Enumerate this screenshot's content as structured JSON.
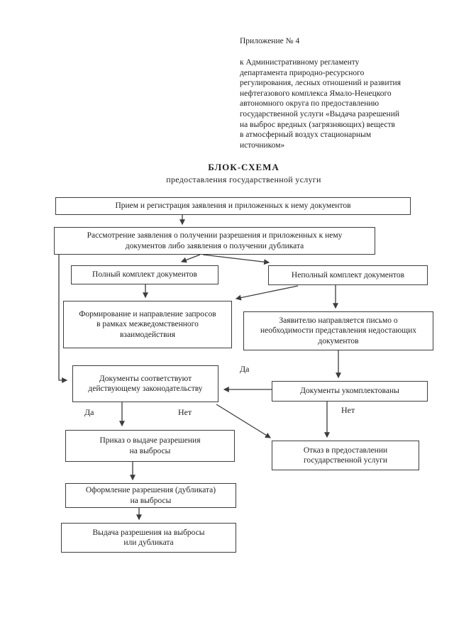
{
  "page": {
    "appendix": "Приложение № 4",
    "regulation": "к Административному регламенту\nдепартамента природно-ресурсного\nрегулирования, лесных отношений и развития\nнефтегазового комплекса Ямало-Ненецкого\nавтономного округа по предоставлению\nгосударственной услуги «Выдача разрешений\nна выброс вредных (загрязняющих) веществ\nв атмосферный воздух стационарным\nисточником»",
    "title": "БЛОК-СХЕМА",
    "subtitle": "предоставления государственной услуги"
  },
  "flowchart": {
    "boxes": {
      "receive": "Прием и регистрация заявления и приложенных к нему документов",
      "review": "Рассмотрение заявления о получении разрешения и приложенных к нему\nдокументов либо заявления о получении дубликата",
      "complete_set": "Полный комплект документов",
      "incomplete_set": "Неполный комплект документов",
      "interagency_requests": "Формирование и направление запросов\nв рамках межведомственного\nвзаимодействия",
      "missing_docs_letter": "Заявителю направляется письмо о\nнеобходимости представления недостающих\nдокументов",
      "docs_comply": "Документы соответствуют\nдействующему законодательству",
      "docs_completed": "Документы укомплектованы",
      "issue_order": "Приказ о выдаче разрешения\nна выбросы",
      "refusal": "Отказ в предоставлении\nгосударственной услуги",
      "formalize_permit": "Оформление разрешения (дубликата)\nна выбросы",
      "deliver_permit": "Выдача разрешения на выбросы\nили дубликата"
    },
    "edge_labels": {
      "yes_right": "Да",
      "yes_left": "Да",
      "no_mid": "Нет",
      "no_right": "Нет"
    }
  }
}
